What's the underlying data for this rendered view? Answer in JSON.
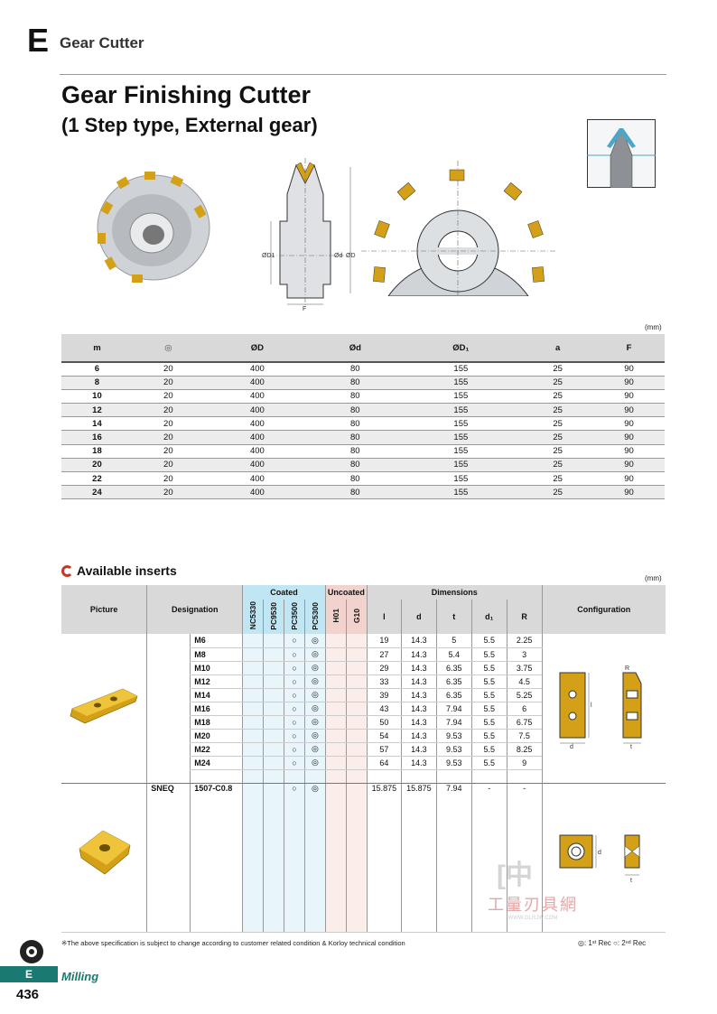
{
  "header": {
    "section_letter": "E",
    "section_title": "Gear Cutter"
  },
  "title": {
    "line1": "Gear Finishing Cutter",
    "line2": "(1 Step type, External gear)"
  },
  "drawing_labels": {
    "od1": "ØD1",
    "od": "ØD",
    "odd": "Ød",
    "f": "F"
  },
  "unit": "(mm)",
  "spec_table": {
    "headers": [
      "m",
      "◎",
      "ØD",
      "Ød",
      "ØD₁",
      "a",
      "F"
    ],
    "rows": [
      [
        "6",
        "20",
        "400",
        "80",
        "155",
        "25",
        "90"
      ],
      [
        "8",
        "20",
        "400",
        "80",
        "155",
        "25",
        "90"
      ],
      [
        "10",
        "20",
        "400",
        "80",
        "155",
        "25",
        "90"
      ],
      [
        "12",
        "20",
        "400",
        "80",
        "155",
        "25",
        "90"
      ],
      [
        "14",
        "20",
        "400",
        "80",
        "155",
        "25",
        "90"
      ],
      [
        "16",
        "20",
        "400",
        "80",
        "155",
        "25",
        "90"
      ],
      [
        "18",
        "20",
        "400",
        "80",
        "155",
        "25",
        "90"
      ],
      [
        "20",
        "20",
        "400",
        "80",
        "155",
        "25",
        "90"
      ],
      [
        "22",
        "20",
        "400",
        "80",
        "155",
        "25",
        "90"
      ],
      [
        "24",
        "20",
        "400",
        "80",
        "155",
        "25",
        "90"
      ]
    ]
  },
  "inserts": {
    "heading": "Available inserts",
    "unit": "(mm)",
    "col_picture": "Picture",
    "col_designation": "Designation",
    "col_coated": "Coated",
    "col_uncoated": "Uncoated",
    "col_dimensions": "Dimensions",
    "col_configuration": "Configuration",
    "grades_coated": [
      "NC5330",
      "PC9530",
      "PC3500",
      "PC5300"
    ],
    "grades_uncoated": [
      "H01",
      "G10"
    ],
    "dims": [
      "l",
      "d",
      "t",
      "d₁",
      "R"
    ],
    "group1": [
      {
        "name": "M6",
        "l": "19",
        "d": "14.3",
        "t": "5",
        "d1": "5.5",
        "r": "2.25"
      },
      {
        "name": "M8",
        "l": "27",
        "d": "14.3",
        "t": "5.4",
        "d1": "5.5",
        "r": "3"
      },
      {
        "name": "M10",
        "l": "29",
        "d": "14.3",
        "t": "6.35",
        "d1": "5.5",
        "r": "3.75"
      },
      {
        "name": "M12",
        "l": "33",
        "d": "14.3",
        "t": "6.35",
        "d1": "5.5",
        "r": "4.5"
      },
      {
        "name": "M14",
        "l": "39",
        "d": "14.3",
        "t": "6.35",
        "d1": "5.5",
        "r": "5.25"
      },
      {
        "name": "M16",
        "l": "43",
        "d": "14.3",
        "t": "7.94",
        "d1": "5.5",
        "r": "6"
      },
      {
        "name": "M18",
        "l": "50",
        "d": "14.3",
        "t": "7.94",
        "d1": "5.5",
        "r": "6.75"
      },
      {
        "name": "M20",
        "l": "54",
        "d": "14.3",
        "t": "9.53",
        "d1": "5.5",
        "r": "7.5"
      },
      {
        "name": "M22",
        "l": "57",
        "d": "14.3",
        "t": "9.53",
        "d1": "5.5",
        "r": "8.25"
      },
      {
        "name": "M24",
        "l": "64",
        "d": "14.3",
        "t": "9.53",
        "d1": "5.5",
        "r": "9"
      }
    ],
    "group2": {
      "prefix": "SNEQ",
      "name": "1507-C0.8",
      "l": "15.875",
      "d": "15.875",
      "t": "7.94",
      "d1": "-",
      "r": "-"
    },
    "mark_pc3500": "○",
    "mark_pc5300": "◎"
  },
  "config_labels": {
    "r": "R",
    "l": "l",
    "d": "d",
    "t": "t"
  },
  "footnote": "※The above specification is subject to change according to customer related condition & Korloy technical condition",
  "legend": "◎: 1ˢᵗ Rec   ○: 2ⁿᵈ Rec",
  "watermark": {
    "line1": "工量刃具網",
    "line2": "WWW.GLRJW.COM"
  },
  "side": {
    "tab": "E",
    "label": "Milling",
    "page": "436"
  },
  "colors": {
    "teal": "#1a7a72",
    "coated": "#bfe6f2",
    "uncoated": "#f2d2cc",
    "insert_gold": "#d4a017"
  }
}
